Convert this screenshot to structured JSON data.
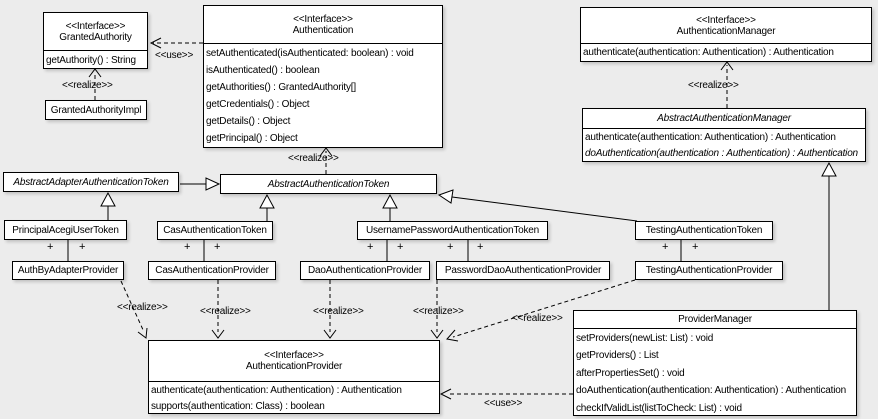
{
  "labels": {
    "use": "<<use>>",
    "realize": "<<realize>>",
    "plus": "+"
  },
  "colors": {
    "background": "#ececec",
    "box_fill": "#ffffff",
    "line": "#000000"
  },
  "classes": {
    "granted_authority": {
      "stereotype": "<<Interface>>",
      "name": "GrantedAuthority",
      "methods": [
        "getAuthority() : String"
      ]
    },
    "granted_authority_impl": {
      "name": "GrantedAuthorityImpl"
    },
    "authentication": {
      "stereotype": "<<Interface>>",
      "name": "Authentication",
      "methods": [
        "setAuthenticated(isAuthenticated: boolean) : void",
        "isAuthenticated() : boolean",
        "getAuthorities() : GrantedAuthority[]",
        "getCredentials() : Object",
        "getDetails() : Object",
        "getPrincipal() : Object"
      ]
    },
    "authentication_manager": {
      "stereotype": "<<Interface>>",
      "name": "AuthenticationManager",
      "methods": [
        "authenticate(authentication: Authentication) : Authentication"
      ]
    },
    "abstract_authentication_manager": {
      "name": "AbstractAuthenticationManager",
      "methods": [
        "authenticate(authentication: Authentication) : Authentication",
        "doAuthentication(authentication : Authentication) : Authentication"
      ]
    },
    "abstract_adapter_authentication_token": {
      "name": "AbstractAdapterAuthenticationToken"
    },
    "abstract_authentication_token": {
      "name": "AbstractAuthenticationToken"
    },
    "principal_acegi_user_token": {
      "name": "PrincipalAcegiUserToken"
    },
    "cas_authentication_token": {
      "name": "CasAuthenticationToken"
    },
    "username_password_authentication_token": {
      "name": "UsernamePasswordAuthenticationToken"
    },
    "testing_authentication_token": {
      "name": "TestingAuthenticationToken"
    },
    "auth_by_adapter_provider": {
      "name": "AuthByAdapterProvider"
    },
    "cas_authentication_provider": {
      "name": "CasAuthenticationProvider"
    },
    "dao_authentication_provider": {
      "name": "DaoAuthenticationProvider"
    },
    "password_dao_authentication_provider": {
      "name": "PasswordDaoAuthenticationProvider"
    },
    "testing_authentication_provider": {
      "name": "TestingAuthenticationProvider"
    },
    "authentication_provider": {
      "stereotype": "<<Interface>>",
      "name": "AuthenticationProvider",
      "methods": [
        "authenticate(authentication: Authentication) : Authentication",
        "supports(authentication: Class) : boolean"
      ]
    },
    "provider_manager": {
      "name": "ProviderManager",
      "methods": [
        "setProviders(newList: List) : void",
        "getProviders() : List",
        "afterPropertiesSet() : void",
        "doAuthentication(authentication: Authentication) : Authentication",
        "checkIfValidList(listToCheck: List) : void"
      ]
    }
  }
}
